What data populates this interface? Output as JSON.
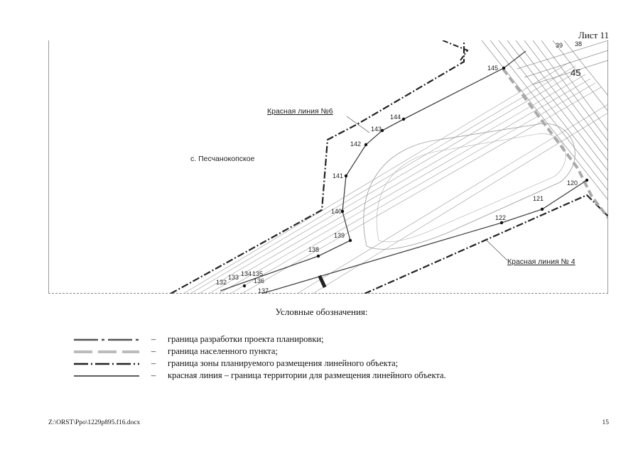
{
  "sheet": {
    "label": "Лист 11"
  },
  "map": {
    "settlement_label": "с. Песчанокопское",
    "red_line_6_label": "Красная линия №6",
    "red_line_4_label": "Красная линия № 4",
    "road_number": "45",
    "points": [
      "38",
      "39",
      "145",
      "144",
      "143",
      "142",
      "141",
      "140",
      "139",
      "138",
      "137",
      "136",
      "135",
      "134",
      "133",
      "132",
      "122",
      "121",
      "120"
    ]
  },
  "legend": {
    "title": "Условные обозначения:",
    "items": [
      {
        "dash": "–",
        "text": "граница разработки проекта планировки;"
      },
      {
        "dash": "–",
        "text": "граница населенного пункта;"
      },
      {
        "dash": "–",
        "text": "граница зоны планируемого размещения линейного объекта;"
      },
      {
        "dash": "–",
        "text": "красная линия – граница территории для размещения линейного объекта."
      }
    ]
  },
  "footer": {
    "path": "Z:\\ORST\\Ppo\\1229p895.f16.docx",
    "page": "15"
  }
}
